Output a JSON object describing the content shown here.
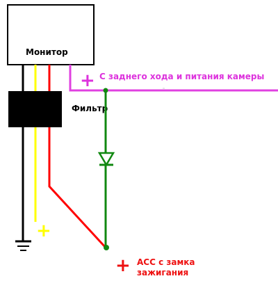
{
  "labels": {
    "monitor": "Монитор",
    "filter": "Фильтр",
    "reverse_power": "С заднего хода и питания камеры",
    "acc_line1": "ACC с замка",
    "acc_line2": "зажигания"
  },
  "symbols": {
    "plus_magenta": "+",
    "plus_yellow": "+",
    "plus_red": "+"
  },
  "colors": {
    "black": "#000000",
    "yellow": "#ffff00",
    "red": "#ff0000",
    "magenta": "#e040e0",
    "green": "#118811",
    "label_magenta": "#dd33dd",
    "label_red": "#ee1111"
  }
}
